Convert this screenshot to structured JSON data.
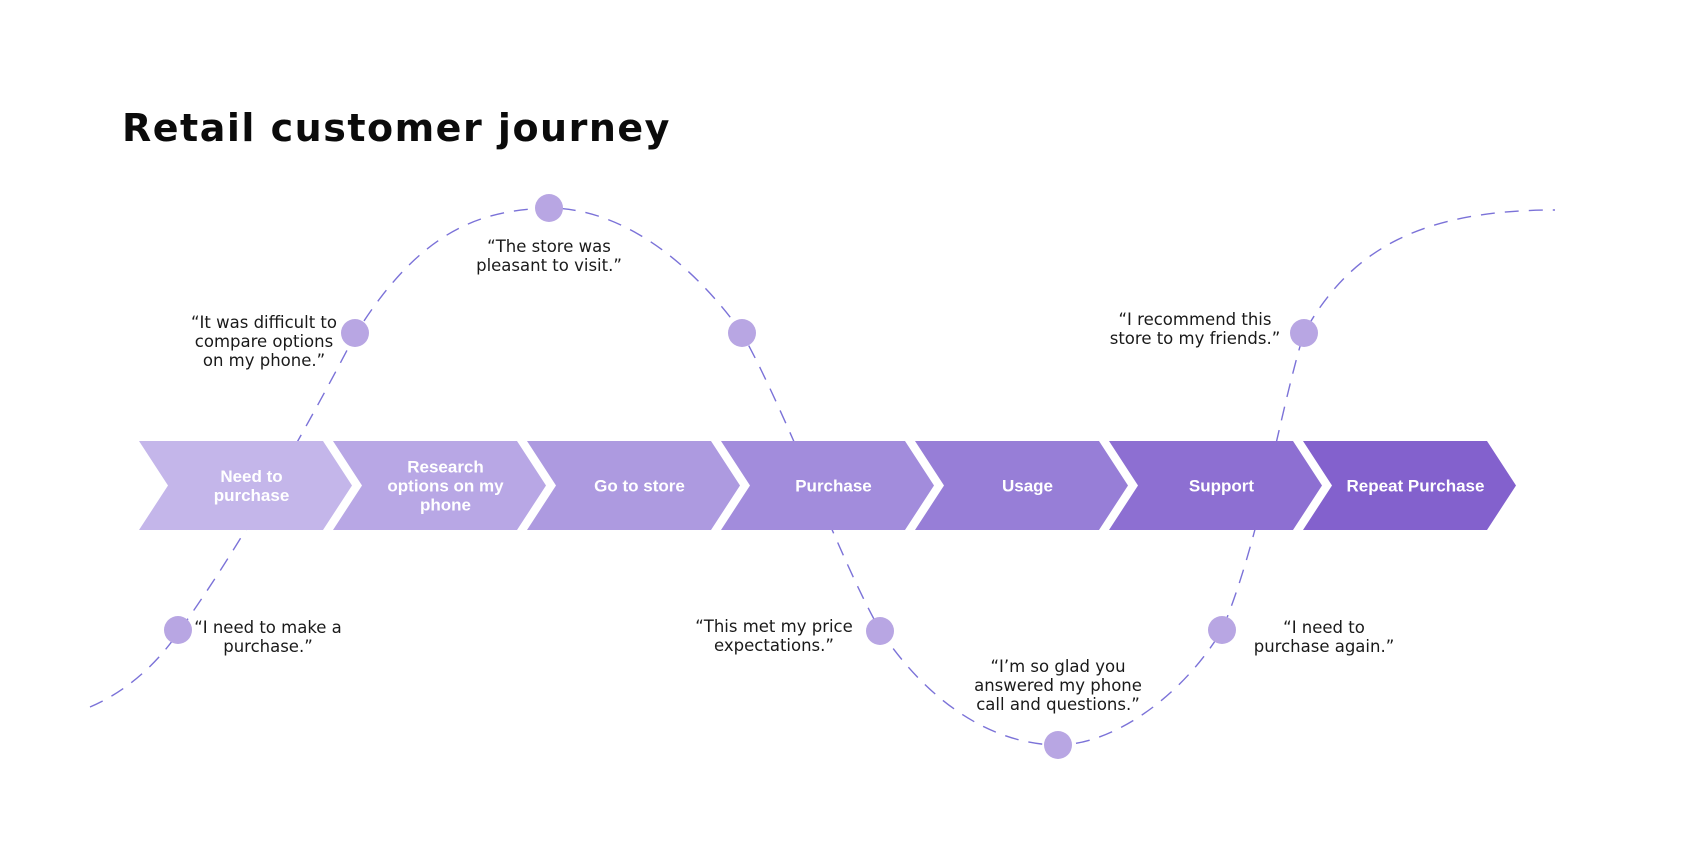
{
  "title": "Retail customer journey",
  "colors": {
    "curve": "#7b72d8",
    "dot": "#b8a6e3",
    "text": "#1a1a1a",
    "stage_text": "#ffffff"
  },
  "stages": [
    {
      "label": "Need to purchase",
      "color": "#c4b6ea"
    },
    {
      "label": "Research options on my phone",
      "color": "#b8a7e5"
    },
    {
      "label": "Go to store",
      "color": "#ad9ae0"
    },
    {
      "label": "Purchase",
      "color": "#a28cdc"
    },
    {
      "label": "Usage",
      "color": "#977ed7"
    },
    {
      "label": "Support",
      "color": "#8d6fd2"
    },
    {
      "label": "Repeat Purchase",
      "color": "#8361cd"
    }
  ],
  "quotes": [
    {
      "text": "“I need to make a\npurchase.”"
    },
    {
      "text": "“It was difficult to\ncompare options\non my phone.”"
    },
    {
      "text": "“The store was\npleasant to visit.”"
    },
    {
      "text": "“This met my price\nexpectations.”"
    },
    {
      "text": "“I’m so glad you\nanswered my phone\ncall and questions.”"
    },
    {
      "text": "“I need to\npurchase again.”"
    },
    {
      "text": "“I recommend this\nstore to my friends.”"
    }
  ]
}
